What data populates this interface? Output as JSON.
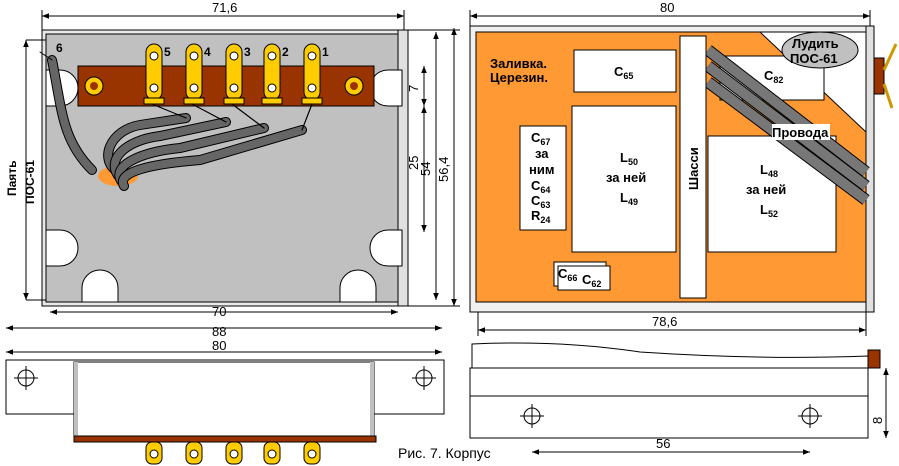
{
  "caption": "Рис. 7. Корпус",
  "colors": {
    "grey_panel": "#c0c0c0",
    "brown_strip": "#993300",
    "orange_fill": "#ff9933",
    "gold_terminal": "#ffcc00",
    "dark_wire": "#666666"
  },
  "left_view": {
    "dim_top": "71,6",
    "dim_bottom_inner": "70",
    "dim_bottom_outer": "88",
    "dim_right_1": "7",
    "dim_right_2": "25",
    "dim_right_3": "54",
    "dim_right_4": "56,4",
    "terminals": [
      "6",
      "5",
      "4",
      "3",
      "2",
      "1"
    ],
    "side_note_line1": "Паять",
    "side_note_line2": "ПОС-61"
  },
  "right_view": {
    "dim_top": "80",
    "dim_bottom": "78,6",
    "fill_label_line1": "Заливка.",
    "fill_label_line2": "Церезин.",
    "tin_note_line1": "Лудить",
    "tin_note_line2": "ПОС-61",
    "wires_label": "Провода",
    "chassis_label": "Шасси",
    "c65": {
      "main": "C",
      "sub": "65"
    },
    "c82": {
      "main": "C",
      "sub": "82"
    },
    "group_left": {
      "l1_main": "C",
      "l1_sub": "67",
      "l2": "за",
      "l3": "ним",
      "l4_main": "C",
      "l4_sub": "64",
      "l5_main": "C",
      "l5_sub": "63",
      "l6_main": "R",
      "l6_sub": "24"
    },
    "group_mid": {
      "l1_main": "L",
      "l1_sub": "50",
      "l2": "за ней",
      "l3_main": "L",
      "l3_sub": "49"
    },
    "group_right": {
      "l1_main": "L",
      "l1_sub": "48",
      "l2": "за ней",
      "l3_main": "L",
      "l3_sub": "52"
    },
    "c66": {
      "main": "C",
      "sub": "66"
    },
    "c62": {
      "main": "C",
      "sub": "62"
    }
  },
  "bottom_left_view": {
    "dim_top": "80"
  },
  "bottom_right_view": {
    "dim_bottom": "56",
    "dim_right": "8"
  }
}
